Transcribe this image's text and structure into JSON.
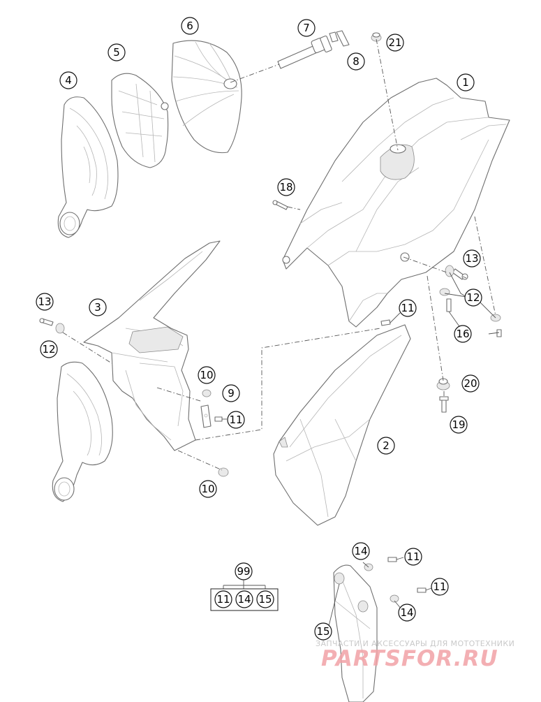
{
  "callouts": {
    "c1": "1",
    "c2": "2",
    "c3": "3",
    "c4": "4",
    "c5": "5",
    "c6": "6",
    "c7": "7",
    "c8": "8",
    "c9": "9",
    "c10a": "10",
    "c10b": "10",
    "c11a": "11",
    "c11b": "11",
    "c11c": "11",
    "c11d": "11",
    "c12a": "12",
    "c12b": "12",
    "c13a": "13",
    "c13b": "13",
    "c14a": "14",
    "c14b": "14",
    "c15": "15",
    "c16": "16",
    "c18": "18",
    "c19": "19",
    "c20": "20",
    "c21": "21"
  },
  "kit": {
    "label": "99",
    "items": [
      "11",
      "14",
      "15"
    ]
  },
  "watermark": {
    "tagline": "ЗАПЧАСТИ И АКСЕССУАРЫ ДЛЯ МОТОТЕХНИКИ",
    "brand": "PARTSFOR.RU"
  }
}
